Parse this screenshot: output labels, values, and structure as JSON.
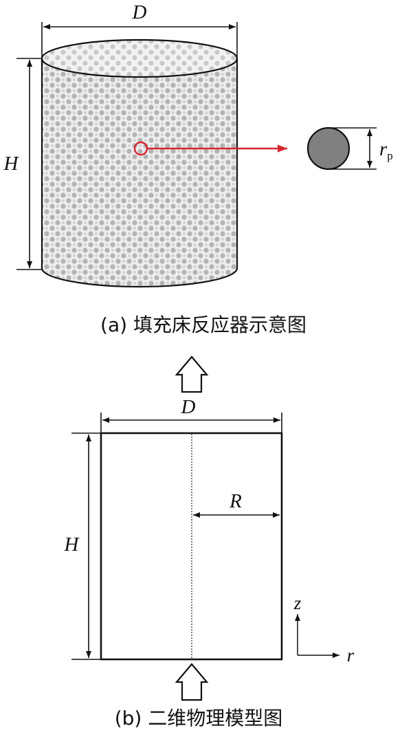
{
  "panel_a": {
    "label_D": "D",
    "label_H": "H",
    "label_rp_main": "r",
    "label_rp_sub": "p",
    "caption": "(a) 填充床反应器示意图",
    "colors": {
      "arrow": "#d6262e",
      "particle": "#808080",
      "packing": "#b5b5b5"
    }
  },
  "panel_b": {
    "label_D": "D",
    "label_H": "H",
    "label_R": "R",
    "axis_z": "z",
    "axis_r": "r",
    "caption": "(b) 二维物理模型图"
  }
}
